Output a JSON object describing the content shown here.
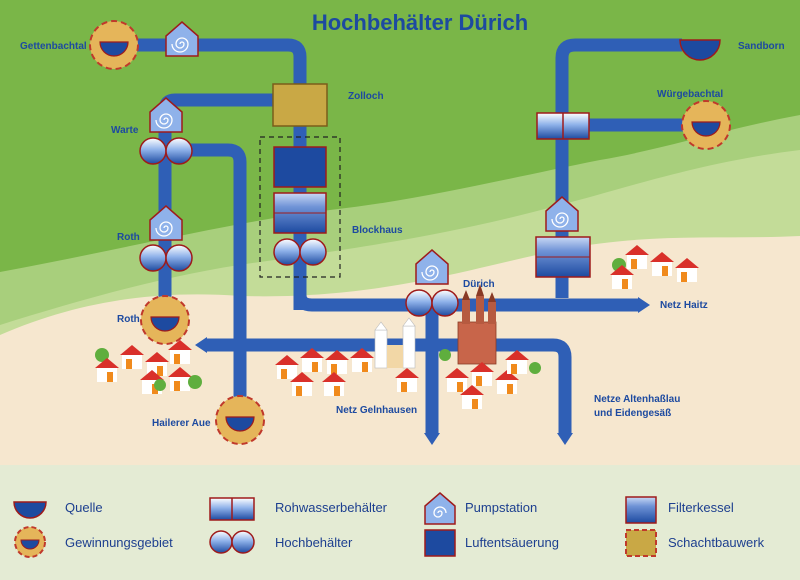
{
  "title": "Hochbehälter Dürich",
  "colors": {
    "upper_green": "#7ab648",
    "mid_green": "#a8cf7c",
    "lower_green": "#c3dc98",
    "sand": "#f6e7cf",
    "legend_bg": "#e4ebd4",
    "pipe": "#2f5fb6",
    "pipe_dark": "#1d3f8f",
    "gold": "#e5b55a",
    "dash_red": "#c0392b",
    "house_orange": "#f08a1c",
    "roof_red": "#d9302a",
    "church": "#c8654a"
  },
  "labels": {
    "gettenbachtal": "Gettenbachtal",
    "sandborn": "Sandborn",
    "zolloch": "Zolloch",
    "wuergebachtal": "Würgebachtal",
    "warte": "Warte",
    "blockhaus": "Blockhaus",
    "roth_upper": "Roth",
    "roth_lower": "Roth",
    "duerich": "Dürich",
    "netz_haitz": "Netz Haitz",
    "netz_gelnhausen": "Netz Gelnhausen",
    "netze_altenhasslau_1": "Netze Altenhaßlau",
    "netze_altenhasslau_2": "und Eidengesäß",
    "hailerer_aue": "Hailerer Aue"
  },
  "legend": {
    "quelle": "Quelle",
    "gewinnungsgebiet": "Gewinnungsgebiet",
    "rohwasserbehaelter": "Rohwasserbehälter",
    "hochbehaelter": "Hochbehälter",
    "pumpstation": "Pumpstation",
    "luftentsaeuerung": "Luftentsäuerung",
    "filterkessel": "Filterkessel",
    "schachtbauwerk": "Schachtbauwerk"
  }
}
